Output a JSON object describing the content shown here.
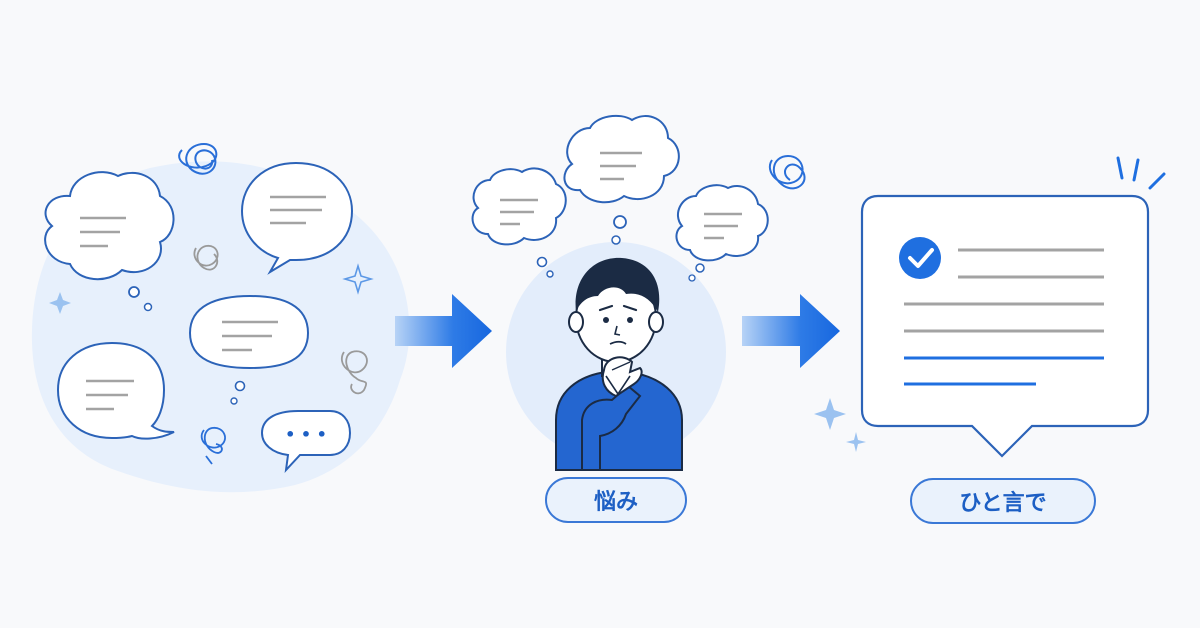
{
  "stages": [
    {
      "id": "many-thoughts",
      "icon": "scattered-speech-bubbles"
    },
    {
      "id": "worry",
      "label": "悩み",
      "icon": "thinking-person-icon"
    },
    {
      "id": "one-word",
      "label": "ひと言で",
      "icon": "checked-message-card-icon"
    }
  ],
  "ellipsis_text": "• • •",
  "colors": {
    "accent": "#1f6fe0",
    "line_gray": "#a3a3a3",
    "bg_blob": "#e7f0fc",
    "pill_fill": "#eaf2fc",
    "sweater": "#2466d0",
    "hair": "#1b2b44"
  }
}
